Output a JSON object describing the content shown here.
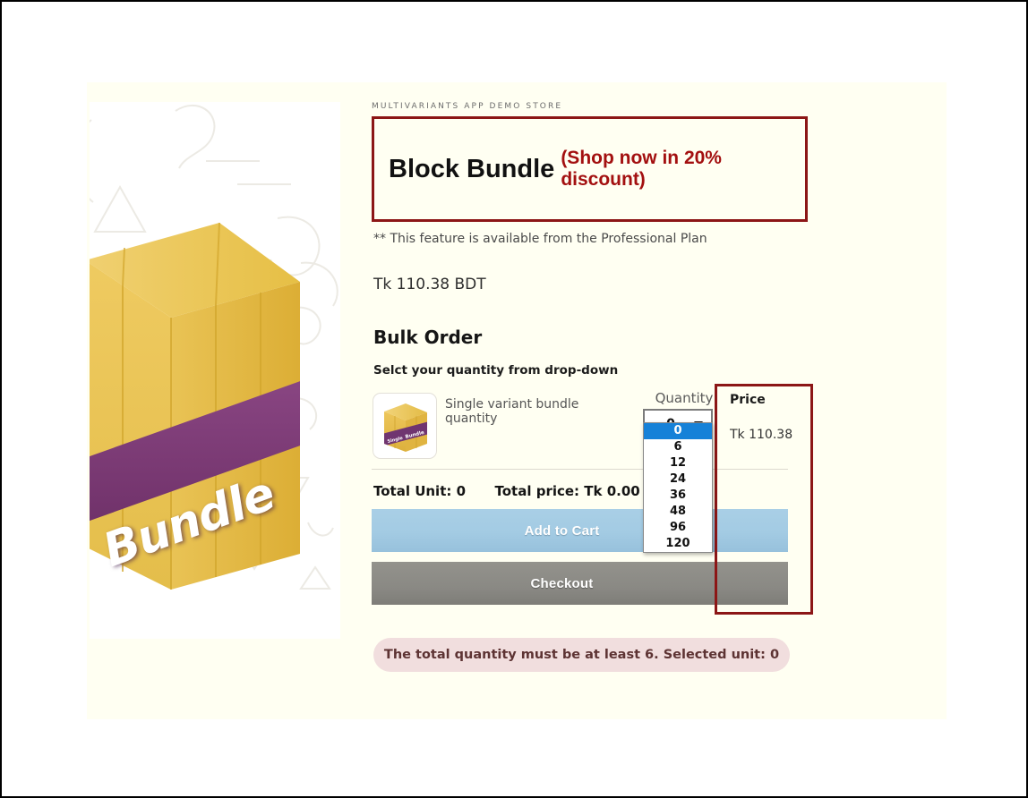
{
  "store": {
    "eyebrow": "MULTIVARIANTS APP DEMO STORE"
  },
  "product": {
    "title": "Block Bundle",
    "discount_note": "(Shop now in 20% discount)",
    "plan_note": "** This feature is available from the Professional Plan",
    "price": "Tk 110.38 BDT",
    "image_word": "Bundle",
    "thumb_label_left": "Single",
    "thumb_label_right": "Bundle"
  },
  "bulk_order": {
    "heading": "Bulk Order",
    "subheading": "Selct your quantity from drop-down",
    "variant_label": "Single variant bundle quantity",
    "quantity_column_header": "Quantity",
    "price_column_header": "Price",
    "row_price": "Tk 110.38",
    "selected_quantity": "0",
    "quantity_options": [
      "0",
      "6",
      "12",
      "24",
      "36",
      "48",
      "96",
      "120"
    ]
  },
  "totals": {
    "unit_label": "Total Unit: 0",
    "price_label": "Total price:  Tk 0.00"
  },
  "actions": {
    "add_to_cart": "Add to Cart",
    "checkout": "Checkout"
  },
  "alert": {
    "message": "The total quantity must be at least 6. Selected unit: 0"
  },
  "colors": {
    "annotation_red": "#8c1616",
    "discount_red": "#a31010",
    "add_to_cart_blue": "#a3cbe3",
    "checkout_gray": "#8a8984",
    "alert_pink": "#f1dede",
    "panel_cream": "#fffff2",
    "box_gold": "#e8c14d",
    "band_purple": "#7d3b76",
    "option_highlight": "#1581d8"
  }
}
